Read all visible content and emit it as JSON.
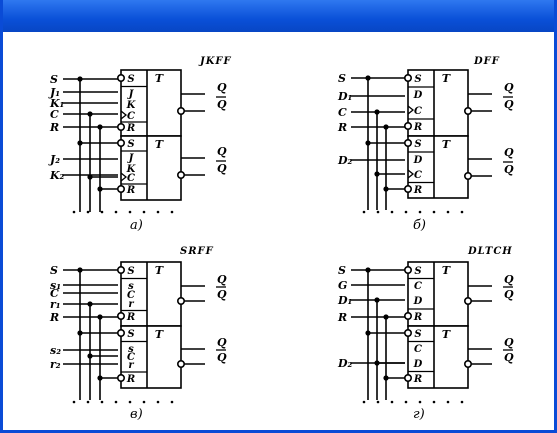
{
  "window": {
    "title": ""
  },
  "panels": [
    {
      "title": "JKFF",
      "caption": "а)",
      "inputs": [
        "S",
        "J₁",
        "K₁",
        "C",
        "R",
        "J₂",
        "K₂"
      ],
      "cells": [
        {
          "pins": [
            "S",
            "J",
            "K",
            "C",
            "R"
          ],
          "type": "T",
          "outputs": [
            "Q",
            "Q"
          ]
        },
        {
          "pins": [
            "S",
            "J",
            "K",
            "C",
            "R"
          ],
          "type": "T",
          "outputs": [
            "Q",
            "Q"
          ]
        }
      ]
    },
    {
      "title": "DFF",
      "caption": "б)",
      "inputs": [
        "S",
        "D₁",
        "C",
        "R",
        "D₂"
      ],
      "cells": [
        {
          "pins": [
            "S",
            "D",
            "C",
            "R"
          ],
          "type": "T",
          "outputs": [
            "Q",
            "Q"
          ]
        },
        {
          "pins": [
            "S",
            "D",
            "C",
            "R"
          ],
          "type": "T",
          "outputs": [
            "Q",
            "Q"
          ]
        }
      ]
    },
    {
      "title": "SRFF",
      "caption": "в)",
      "inputs": [
        "S",
        "s₁",
        "C",
        "r₁",
        "R",
        "s₂",
        "r₂"
      ],
      "cells": [
        {
          "pins": [
            "S",
            "s",
            "C",
            "r",
            "R"
          ],
          "type": "T",
          "outputs": [
            "Q",
            "Q"
          ]
        },
        {
          "pins": [
            "S",
            "s",
            "C",
            "r",
            "R"
          ],
          "type": "T",
          "outputs": [
            "Q",
            "Q"
          ]
        }
      ]
    },
    {
      "title": "DLTCH",
      "caption": "г)",
      "inputs": [
        "S",
        "G",
        "D₁",
        "R",
        "D₂"
      ],
      "cells": [
        {
          "pins": [
            "S",
            "C",
            "D",
            "R"
          ],
          "type": "T",
          "outputs": [
            "Q",
            "Q"
          ]
        },
        {
          "pins": [
            "S",
            "C",
            "D",
            "R"
          ],
          "type": "T",
          "outputs": [
            "Q",
            "Q"
          ]
        }
      ]
    }
  ]
}
